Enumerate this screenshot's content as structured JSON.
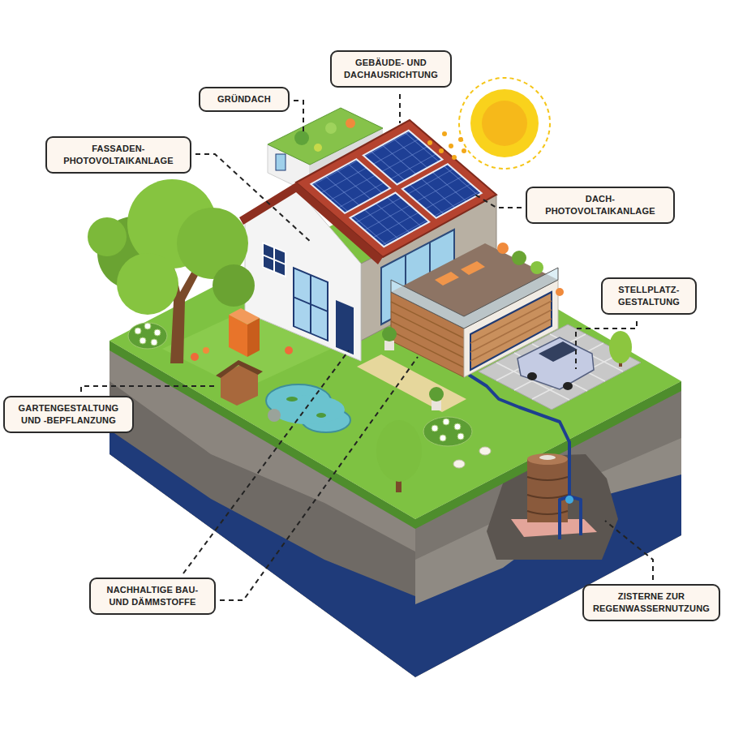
{
  "diagram": {
    "nodes": [
      {
        "text": [
          "GEBÄUDE- UND DACHAUSRICHTUNG"
        ]
      },
      {
        "text": [
          "GRÜNDACH"
        ]
      },
      {
        "text": [
          "FASSADEN- PHOTOVOLTAIKANLAGE"
        ]
      },
      {
        "text": [
          "DACH- PHOTOVOLTAIKANLAGE"
        ]
      },
      {
        "text": [
          "STELLPLATZ- GESTALTUNG"
        ]
      },
      {
        "text": [
          "GARTENGESTALTUNG UND -BEPFLANZUNG"
        ]
      },
      {
        "text": [
          "NACHHALTIGE BAU- UND DÄMMSTOFFE"
        ]
      },
      {
        "text": [
          "ZISTERNE ZUR REGENWASSERNUTZUNG"
        ]
      }
    ]
  }
}
